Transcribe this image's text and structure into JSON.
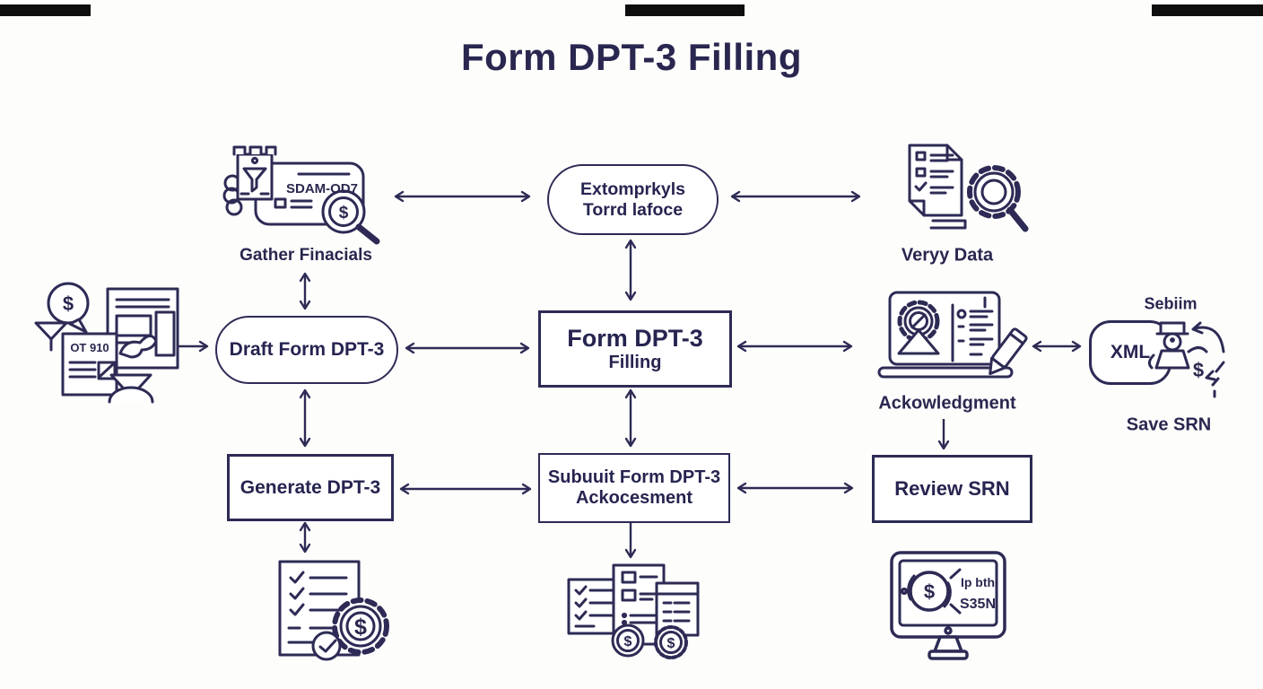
{
  "page": {
    "title": "Form DPT-3 Filling"
  },
  "colors": {
    "ink": "#2d2b55",
    "text": "#262450",
    "background": "#fdfdfc",
    "redaction_bar": "#0e0e0e"
  },
  "currency": "$",
  "nodes": {
    "gather": {
      "label": "Gather Finacials",
      "card_text": "SDAM-OD7"
    },
    "extompr": {
      "line1": "Extomprkyls",
      "line2": "Torrd lafoce"
    },
    "verify": {
      "label": "Veryy Data"
    },
    "left_docs": {
      "doc_text": "OT 910"
    },
    "draft": {
      "label": "Draft Form DPT-3"
    },
    "filling": {
      "line1": "Form DPT-3",
      "line2": "Filling"
    },
    "acknowledgment": {
      "label": "Ackowledgment"
    },
    "xml": {
      "label": "XML",
      "caption_top": "Sebiim",
      "caption_bottom": "Save SRN"
    },
    "generate": {
      "label": "Generate DPT-3"
    },
    "submit": {
      "line1": "Subuuit Form DPT-3",
      "line2": "Ackocesment"
    },
    "review": {
      "label": "Review SRN"
    },
    "monitor": {
      "screen_line1": "Ip bth",
      "screen_line2": "S35N"
    }
  }
}
